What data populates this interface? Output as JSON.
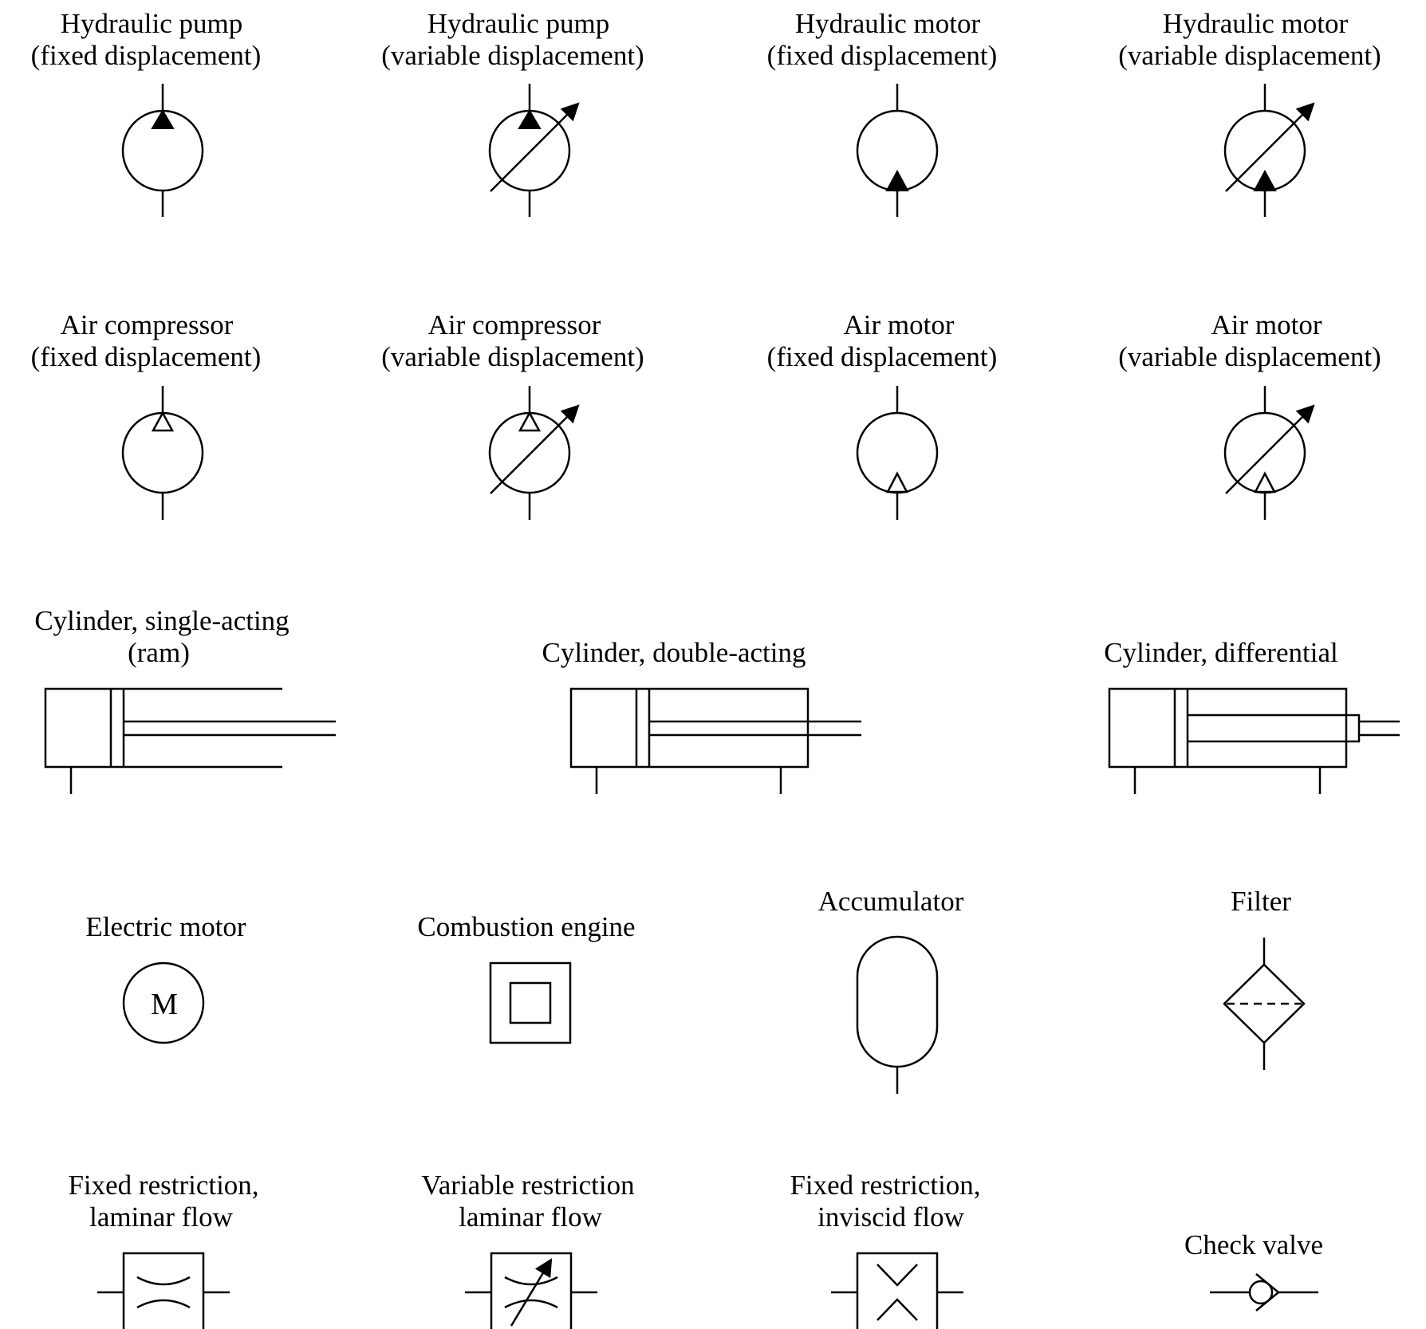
{
  "symbols": {
    "hydraulic_pump_fixed": {
      "line1": "Hydraulic pump",
      "line2": "(fixed displacement)"
    },
    "hydraulic_pump_variable": {
      "line1": "Hydraulic pump",
      "line2": "(variable displacement)"
    },
    "hydraulic_motor_fixed": {
      "line1": "Hydraulic motor",
      "line2": "(fixed displacement)"
    },
    "hydraulic_motor_variable": {
      "line1": "Hydraulic motor",
      "line2": "(variable displacement)"
    },
    "air_compressor_fixed": {
      "line1": "Air compressor",
      "line2": "(fixed displacement)"
    },
    "air_compressor_variable": {
      "line1": "Air compressor",
      "line2": "(variable displacement)"
    },
    "air_motor_fixed": {
      "line1": "Air motor",
      "line2": "(fixed displacement)"
    },
    "air_motor_variable": {
      "line1": "Air motor",
      "line2": "(variable displacement)"
    },
    "cylinder_single": {
      "line1": "Cylinder, single-acting",
      "line2": "(ram)"
    },
    "cylinder_double": {
      "line1": "Cylinder, double-acting"
    },
    "cylinder_differential": {
      "line1": "Cylinder, differential"
    },
    "electric_motor": {
      "line1": "Electric motor",
      "symbol_letter": "M"
    },
    "combustion_engine": {
      "line1": "Combustion engine"
    },
    "accumulator": {
      "line1": "Accumulator"
    },
    "filter": {
      "line1": "Filter"
    },
    "fixed_restriction_laminar": {
      "line1": "Fixed restriction,",
      "line2": "laminar flow"
    },
    "variable_restriction_laminar": {
      "line1": "Variable restriction",
      "line2": "laminar flow"
    },
    "fixed_restriction_inviscid": {
      "line1": "Fixed restriction,",
      "line2": "inviscid flow"
    },
    "check_valve": {
      "line1": "Check valve"
    }
  }
}
